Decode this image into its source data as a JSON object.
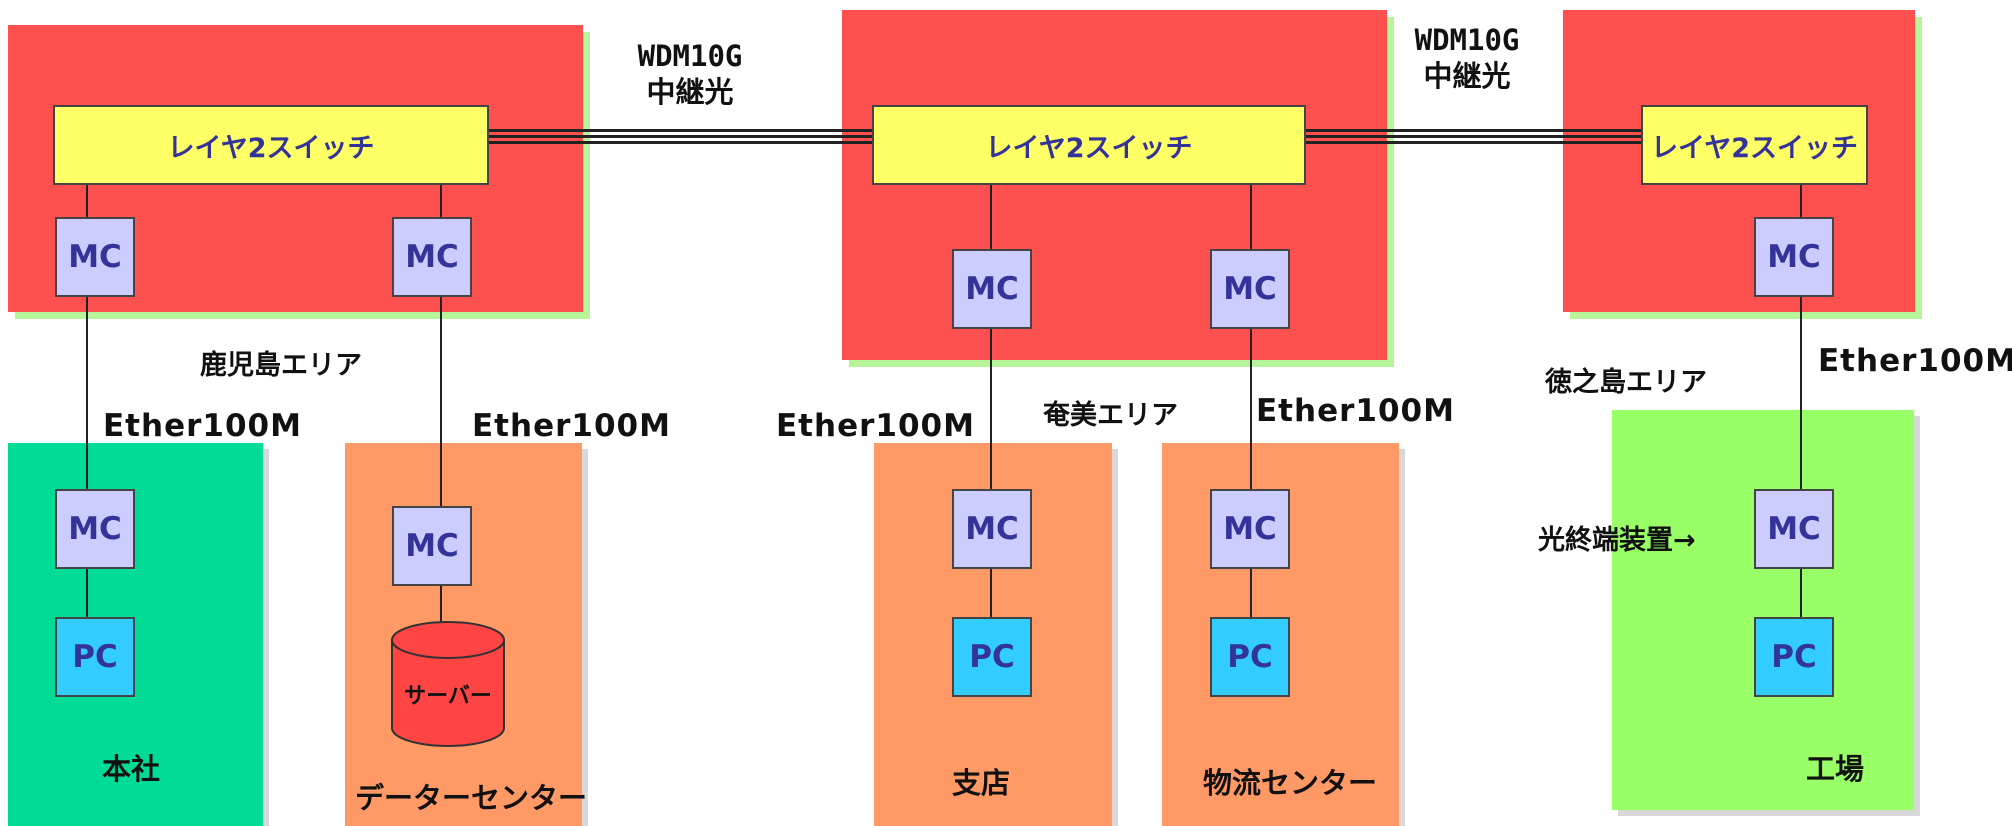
{
  "colors": {
    "area_bg": "#ff5050",
    "honsha_bg": "#00dc96",
    "site_bg": "#ff9966",
    "factory_bg": "#99ff66",
    "switch_bg": "#ffff66",
    "mc_bg": "#ccccff",
    "pc_bg": "#33ccff",
    "server_bg": "#ff4444",
    "label_blue": "#333399"
  },
  "links": {
    "wdm_label": "WDM10G",
    "relay_label": "中継光",
    "ether_label": "Ether100M"
  },
  "switch_label": "レイヤ2スイッチ",
  "mc_label": "MC",
  "pc_label": "PC",
  "server_label": "サーバー",
  "ont_label": "光終端装置→",
  "areas": {
    "kagoshima": "鹿児島エリア",
    "amami": "奄美エリア",
    "tokunoshima": "徳之島エリア"
  },
  "sites": {
    "honsha": "本社",
    "datacenter": "データーセンター",
    "shiten": "支店",
    "butsuryu": "物流センター",
    "kojo": "工場"
  }
}
